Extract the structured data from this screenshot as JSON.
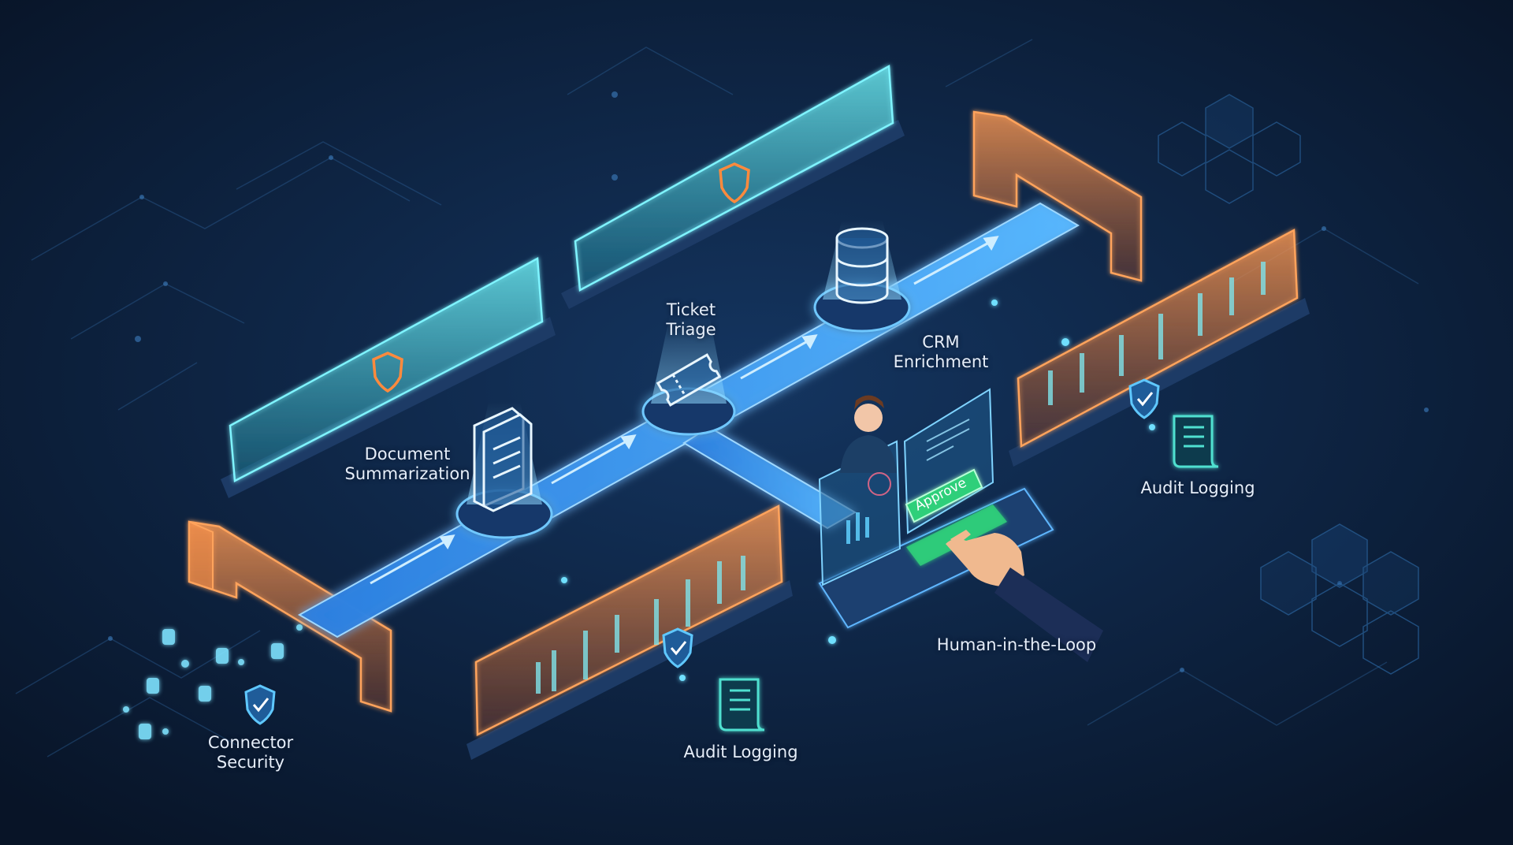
{
  "diagram": {
    "stages": [
      {
        "id": "document-summarization",
        "label_lines": [
          "Document",
          "Summarization"
        ],
        "icon": "document-stack-icon"
      },
      {
        "id": "ticket-triage",
        "label_lines": [
          "Ticket",
          "Triage"
        ],
        "icon": "ticket-icon"
      },
      {
        "id": "crm-enrichment",
        "label_lines": [
          "CRM",
          "Enrichment"
        ],
        "icon": "database-icon"
      }
    ],
    "controls": [
      {
        "id": "connector-security",
        "label_lines": [
          "Connector",
          "Security"
        ],
        "icon": "shield-check-icon"
      },
      {
        "id": "audit-logging-bottom",
        "label_lines": [
          "Audit Logging"
        ],
        "icon": "scroll-log-icon"
      },
      {
        "id": "audit-logging-right",
        "label_lines": [
          "Audit Logging"
        ],
        "icon": "scroll-log-icon"
      },
      {
        "id": "human-in-the-loop",
        "label_lines": [
          "Human-in-the-Loop"
        ],
        "icon": "person-dashboard-icon"
      }
    ],
    "approve_button_label": "Approve",
    "barrier_icons": [
      "shield-icon",
      "shield-icon"
    ],
    "colors": {
      "background": "#0b1a33",
      "pipeline_glow": "#3aa8ff",
      "guardrail_teal": "#3fd2df",
      "gate_orange": "#ff8a3d",
      "approve_green": "#2fcf7a",
      "label_text": "#e6eef9"
    }
  }
}
